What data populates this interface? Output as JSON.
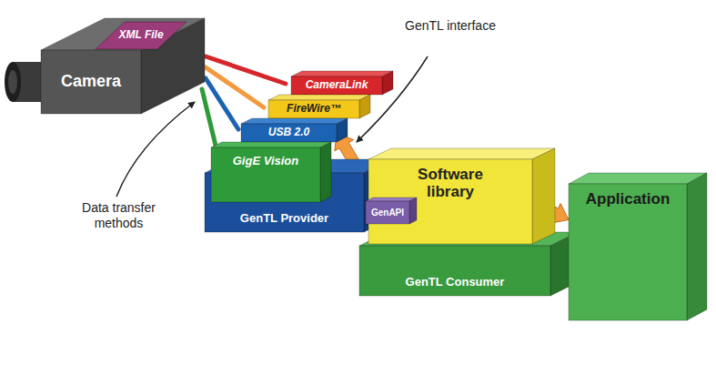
{
  "diagram": {
    "nodes": [
      {
        "text": [
          "Camera"
        ]
      },
      {
        "text": [
          "XML File"
        ],
        "in": 0
      },
      {
        "text": [
          "GenTL Provider"
        ]
      },
      {
        "text": [
          "CameraLink"
        ],
        "in": 2
      },
      {
        "text": [
          "FireWire™"
        ],
        "in": 2
      },
      {
        "text": [
          "USB 2.0"
        ],
        "in": 2
      },
      {
        "text": [
          "GigE Vision"
        ],
        "in": 2
      },
      {
        "text": [
          "GenTL Consumer"
        ]
      },
      {
        "text": [
          "Software library"
        ],
        "in": 7
      },
      {
        "text": [
          "GenAPI"
        ],
        "in": 7
      },
      {
        "text": [
          "Application"
        ]
      }
    ],
    "edges": [
      {
        "from": 5,
        "to": 8,
        "arrow": "both"
      },
      {
        "from": 8,
        "to": 10,
        "arrow": "both"
      }
    ],
    "labels": [
      "GenTL interface",
      "Data transfer methods"
    ]
  }
}
